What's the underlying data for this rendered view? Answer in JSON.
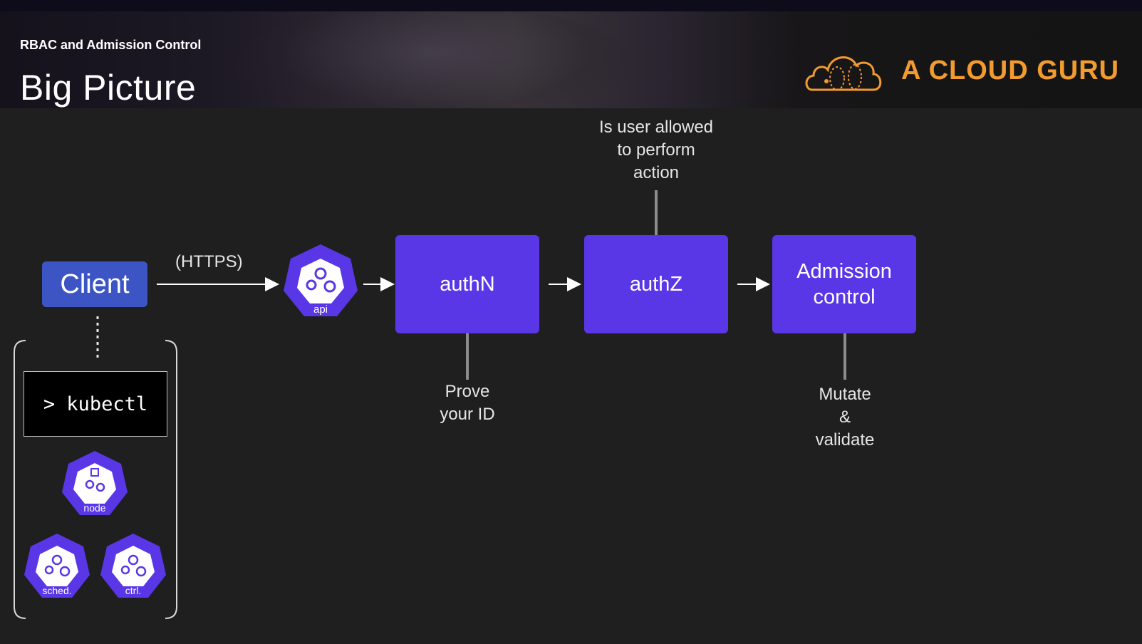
{
  "header": {
    "subtitle": "RBAC and Admission Control",
    "title": "Big Picture",
    "logo_text": "A CLOUD GURU"
  },
  "diagram": {
    "client_label": "Client",
    "https_label": "(HTTPS)",
    "api_label": "api",
    "authn_label": "authN",
    "authz_label": "authZ",
    "admission_label_line1": "Admission",
    "admission_label_line2": "control",
    "authz_note": [
      "Is user allowed",
      "to perform",
      "action"
    ],
    "authn_note": [
      "Prove",
      "your ID"
    ],
    "admission_note": [
      "Mutate",
      "&",
      "validate"
    ],
    "kubectl_label": "> kubectl",
    "clients": {
      "node": "node",
      "sched": "sched.",
      "ctrl": "ctrl."
    }
  },
  "colors": {
    "background": "#1f1f1f",
    "box": "#5a37e6",
    "client": "#3d55c4",
    "hexagon": "#5a37e6",
    "logo": "#f29b2f"
  },
  "icons": [
    "cloud-logo-icon",
    "kubernetes-api-icon",
    "kubernetes-node-icon",
    "kubernetes-scheduler-icon",
    "kubernetes-controller-icon"
  ]
}
